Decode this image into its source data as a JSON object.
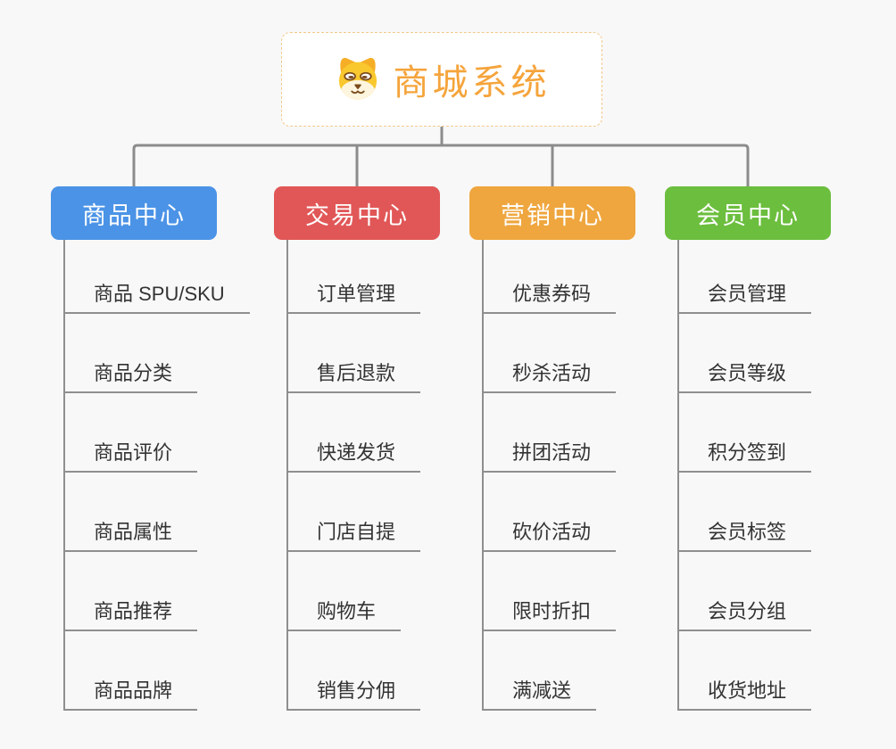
{
  "root": {
    "title": "商城系统",
    "icon": "dog-face-icon"
  },
  "theme": {
    "background": "#f8f8f8",
    "connector_color": "#8c8c8c",
    "leaf_line_color": "#8f8f8f",
    "leaf_text_color": "#333333",
    "root_accent": "#f5a43c",
    "root_border": "#f3c98a"
  },
  "branches": [
    {
      "label": "商品中心",
      "color": "#4b93e6",
      "children": [
        "商品 SPU/SKU",
        "商品分类",
        "商品评价",
        "商品属性",
        "商品推荐",
        "商品品牌"
      ]
    },
    {
      "label": "交易中心",
      "color": "#e15757",
      "children": [
        "订单管理",
        "售后退款",
        "快递发货",
        "门店自提",
        "购物车",
        "销售分佣"
      ]
    },
    {
      "label": "营销中心",
      "color": "#efa63e",
      "children": [
        "优惠券码",
        "秒杀活动",
        "拼团活动",
        "砍价活动",
        "限时折扣",
        "满减送"
      ]
    },
    {
      "label": "会员中心",
      "color": "#6cbe3e",
      "children": [
        "会员管理",
        "会员等级",
        "积分签到",
        "会员标签",
        "会员分组",
        "收货地址"
      ]
    }
  ]
}
